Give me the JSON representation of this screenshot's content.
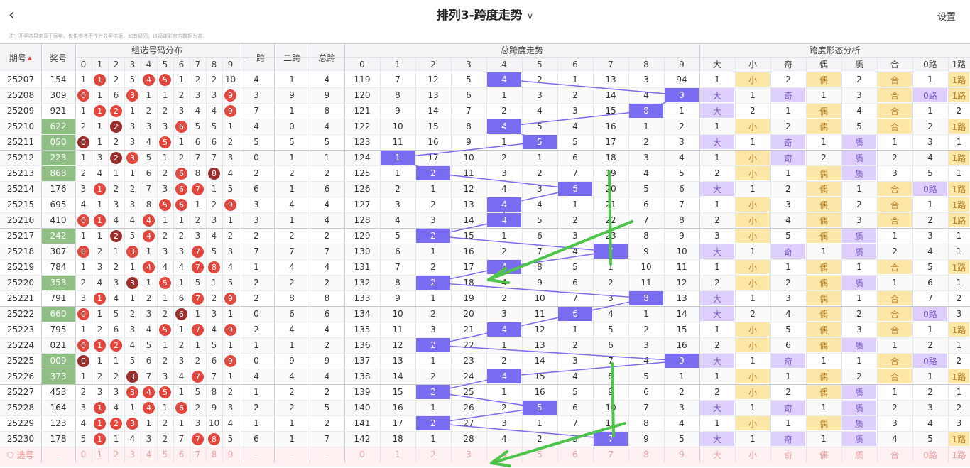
{
  "header": {
    "title": "排列3-跨度走势",
    "settings": "设置"
  },
  "note": "注：开奖结果来源于网络，仅供参考不作为兑奖依据，如有疑问，以福体彩官方数据为准。",
  "columns": {
    "period": "期号",
    "award": "奖号",
    "group_title": "组选号码分布",
    "digits": [
      "0",
      "1",
      "2",
      "3",
      "4",
      "5",
      "6",
      "7",
      "8",
      "9"
    ],
    "span1": "一跨",
    "span2": "二跨",
    "span_total": "总跨",
    "trend_title": "总跨度走势",
    "trend_digits": [
      "0",
      "1",
      "2",
      "3",
      "4",
      "5",
      "6",
      "7",
      "8",
      "9"
    ],
    "form_title": "跨度形态分析",
    "forms": [
      "大",
      "小",
      "奇",
      "偶",
      "质",
      "合",
      "0路",
      "1路"
    ]
  },
  "rows": [
    {
      "p": "25207",
      "a": "154",
      "g": "n",
      "d": [
        "1",
        "1",
        "2",
        "5",
        "4",
        "5",
        "1",
        "2",
        "2",
        "10"
      ],
      "hit": {
        "1": "r",
        "4": "r",
        "5": "r"
      },
      "s1": "4",
      "s2": "1",
      "t": "4",
      "tr": [
        "119",
        "7",
        "12",
        "5",
        "4",
        "2",
        "1",
        "13",
        "3",
        "94"
      ],
      "f": [
        "1",
        "小",
        "2",
        "偶",
        "2",
        "合",
        "1",
        "1路"
      ]
    },
    {
      "p": "25208",
      "a": "309",
      "g": "n",
      "d": [
        "0",
        "1",
        "6",
        "3",
        "1",
        "1",
        "2",
        "3",
        "3",
        "9"
      ],
      "hit": {
        "0": "r",
        "3": "r",
        "9": "r"
      },
      "s1": "3",
      "s2": "9",
      "t": "9",
      "tr": [
        "120",
        "8",
        "13",
        "6",
        "1",
        "3",
        "2",
        "14",
        "4",
        "9"
      ],
      "f": [
        "大",
        "1",
        "奇",
        "1",
        "3",
        "合",
        "0路",
        "1路"
      ]
    },
    {
      "p": "25209",
      "a": "921",
      "g": "n",
      "d": [
        "1",
        "1",
        "2",
        "1",
        "2",
        "2",
        "3",
        "4",
        "4",
        "9"
      ],
      "hit": {
        "1": "r",
        "2": "r",
        "9": "r"
      },
      "s1": "7",
      "s2": "1",
      "t": "8",
      "tr": [
        "121",
        "9",
        "14",
        "7",
        "2",
        "4",
        "3",
        "15",
        "8",
        "1"
      ],
      "f": [
        "大",
        "2",
        "1",
        "偶",
        "4",
        "合",
        "1",
        "2"
      ]
    },
    {
      "p": "25210",
      "a": "622",
      "g": "y",
      "d": [
        "2",
        "1",
        "2",
        "3",
        "3",
        "3",
        "6",
        "5",
        "5",
        "1"
      ],
      "hit": {
        "2": "d",
        "6": "r"
      },
      "s1": "4",
      "s2": "0",
      "t": "4",
      "tr": [
        "122",
        "10",
        "15",
        "8",
        "4",
        "5",
        "4",
        "16",
        "1",
        "2"
      ],
      "f": [
        "1",
        "小",
        "2",
        "偶",
        "5",
        "合",
        "2",
        "1路"
      ]
    },
    {
      "p": "25211",
      "a": "050",
      "g": "y",
      "d": [
        "0",
        "1",
        "2",
        "3",
        "4",
        "5",
        "1",
        "6",
        "6",
        "2"
      ],
      "hit": {
        "0": "d",
        "5": "r"
      },
      "s1": "5",
      "s2": "5",
      "t": "5",
      "tr": [
        "123",
        "11",
        "16",
        "9",
        "1",
        "5",
        "5",
        "17",
        "2",
        "3"
      ],
      "f": [
        "大",
        "1",
        "奇",
        "1",
        "质",
        "1",
        "3",
        "1"
      ]
    },
    {
      "p": "25212",
      "a": "223",
      "g": "y",
      "d": [
        "1",
        "3",
        "2",
        "3",
        "5",
        "1",
        "2",
        "7",
        "7",
        "3"
      ],
      "hit": {
        "2": "d",
        "3": "r"
      },
      "s1": "0",
      "s2": "1",
      "t": "1",
      "tr": [
        "124",
        "1",
        "17",
        "10",
        "2",
        "1",
        "6",
        "18",
        "3",
        "4"
      ],
      "f": [
        "1",
        "小",
        "奇",
        "2",
        "质",
        "2",
        "4",
        "1路"
      ]
    },
    {
      "p": "25213",
      "a": "868",
      "g": "y",
      "d": [
        "2",
        "4",
        "1",
        "1",
        "6",
        "2",
        "6",
        "8",
        "8",
        "4"
      ],
      "hit": {
        "6": "r",
        "8": "d"
      },
      "s1": "2",
      "s2": "2",
      "t": "2",
      "tr": [
        "125",
        "1",
        "2",
        "11",
        "3",
        "2",
        "7",
        "19",
        "4",
        "5"
      ],
      "f": [
        "2",
        "小",
        "1",
        "偶",
        "质",
        "3",
        "5",
        "1"
      ]
    },
    {
      "p": "25214",
      "a": "176",
      "g": "n",
      "d": [
        "3",
        "1",
        "2",
        "2",
        "7",
        "3",
        "6",
        "7",
        "1",
        "5"
      ],
      "hit": {
        "1": "r",
        "6": "r",
        "7": "r"
      },
      "s1": "6",
      "s2": "1",
      "t": "6",
      "tr": [
        "126",
        "2",
        "1",
        "12",
        "4",
        "3",
        "6",
        "20",
        "5",
        "6"
      ],
      "f": [
        "大",
        "1",
        "2",
        "偶",
        "1",
        "合",
        "0路",
        "1路"
      ]
    },
    {
      "p": "25215",
      "a": "695",
      "g": "n",
      "d": [
        "4",
        "1",
        "3",
        "3",
        "8",
        "5",
        "6",
        "1",
        "2",
        "9"
      ],
      "hit": {
        "5": "r",
        "6": "r",
        "9": "r"
      },
      "s1": "3",
      "s2": "4",
      "t": "4",
      "tr": [
        "127",
        "3",
        "2",
        "13",
        "4",
        "4",
        "1",
        "21",
        "6",
        "7"
      ],
      "f": [
        "1",
        "小",
        "3",
        "偶",
        "2",
        "合",
        "1",
        "1路"
      ]
    },
    {
      "p": "25216",
      "a": "410",
      "g": "n",
      "d": [
        "0",
        "1",
        "4",
        "4",
        "4",
        "1",
        "1",
        "2",
        "3",
        "1"
      ],
      "hit": {
        "0": "r",
        "1": "r",
        "4": "r"
      },
      "s1": "3",
      "s2": "1",
      "t": "4",
      "tr": [
        "128",
        "4",
        "3",
        "14",
        "4",
        "5",
        "2",
        "22",
        "7",
        "8"
      ],
      "f": [
        "2",
        "小",
        "4",
        "偶",
        "3",
        "合",
        "2",
        "1路"
      ]
    },
    {
      "p": "25217",
      "a": "242",
      "g": "y",
      "d": [
        "1",
        "1",
        "2",
        "5",
        "4",
        "2",
        "2",
        "3",
        "4",
        "2"
      ],
      "hit": {
        "2": "d",
        "4": "r"
      },
      "s1": "2",
      "s2": "2",
      "t": "2",
      "tr": [
        "129",
        "5",
        "2",
        "15",
        "1",
        "6",
        "3",
        "23",
        "8",
        "9"
      ],
      "f": [
        "3",
        "小",
        "5",
        "偶",
        "质",
        "1",
        "3",
        "1"
      ]
    },
    {
      "p": "25218",
      "a": "307",
      "g": "n",
      "d": [
        "0",
        "2",
        "1",
        "3",
        "1",
        "3",
        "3",
        "7",
        "5",
        "3"
      ],
      "hit": {
        "0": "r",
        "3": "r",
        "7": "r"
      },
      "s1": "7",
      "s2": "7",
      "t": "7",
      "tr": [
        "130",
        "6",
        "1",
        "16",
        "2",
        "7",
        "4",
        "7",
        "9",
        "10"
      ],
      "f": [
        "大",
        "1",
        "奇",
        "1",
        "质",
        "2",
        "4",
        "1"
      ]
    },
    {
      "p": "25219",
      "a": "784",
      "g": "n",
      "d": [
        "1",
        "3",
        "2",
        "1",
        "4",
        "4",
        "4",
        "7",
        "8",
        "4"
      ],
      "hit": {
        "4": "r",
        "7": "r",
        "8": "r"
      },
      "s1": "1",
      "s2": "4",
      "t": "4",
      "tr": [
        "131",
        "7",
        "2",
        "17",
        "4",
        "8",
        "5",
        "1",
        "10",
        "11"
      ],
      "f": [
        "1",
        "小",
        "1",
        "偶",
        "1",
        "合",
        "5",
        "1路"
      ]
    },
    {
      "p": "25220",
      "a": "353",
      "g": "y",
      "d": [
        "2",
        "4",
        "3",
        "3",
        "1",
        "5",
        "1",
        "5",
        "1",
        "5"
      ],
      "hit": {
        "3": "d",
        "5": "r"
      },
      "s1": "2",
      "s2": "2",
      "t": "2",
      "tr": [
        "132",
        "8",
        "2",
        "18",
        "4",
        "9",
        "6",
        "2",
        "11",
        "12"
      ],
      "f": [
        "2",
        "小",
        "2",
        "偶",
        "质",
        "1",
        "6",
        "1"
      ]
    },
    {
      "p": "25221",
      "a": "791",
      "g": "n",
      "d": [
        "3",
        "1",
        "4",
        "1",
        "2",
        "1",
        "6",
        "7",
        "2",
        "9"
      ],
      "hit": {
        "1": "r",
        "7": "r",
        "9": "r"
      },
      "s1": "2",
      "s2": "8",
      "t": "8",
      "tr": [
        "133",
        "9",
        "1",
        "19",
        "2",
        "10",
        "7",
        "3",
        "8",
        "13"
      ],
      "f": [
        "大",
        "1",
        "3",
        "偶",
        "1",
        "合",
        "7",
        "2"
      ]
    },
    {
      "p": "25222",
      "a": "660",
      "g": "y",
      "d": [
        "0",
        "1",
        "5",
        "2",
        "3",
        "2",
        "6",
        "1",
        "3",
        "1"
      ],
      "hit": {
        "0": "r",
        "6": "d"
      },
      "s1": "0",
      "s2": "6",
      "t": "6",
      "tr": [
        "134",
        "10",
        "2",
        "20",
        "3",
        "11",
        "6",
        "4",
        "1",
        "14"
      ],
      "f": [
        "大",
        "2",
        "4",
        "偶",
        "2",
        "合",
        "0路",
        "3"
      ]
    },
    {
      "p": "25223",
      "a": "795",
      "g": "n",
      "d": [
        "1",
        "2",
        "6",
        "3",
        "4",
        "5",
        "1",
        "7",
        "4",
        "9"
      ],
      "hit": {
        "5": "r",
        "7": "r",
        "9": "r"
      },
      "s1": "2",
      "s2": "4",
      "t": "4",
      "tr": [
        "135",
        "11",
        "3",
        "21",
        "4",
        "12",
        "1",
        "5",
        "2",
        "15"
      ],
      "f": [
        "1",
        "小",
        "5",
        "偶",
        "3",
        "合",
        "1",
        "1路"
      ]
    },
    {
      "p": "25224",
      "a": "021",
      "g": "n",
      "d": [
        "0",
        "1",
        "2",
        "4",
        "5",
        "1",
        "2",
        "1",
        "5",
        "1"
      ],
      "hit": {
        "0": "r",
        "1": "r",
        "2": "r"
      },
      "s1": "1",
      "s2": "1",
      "t": "2",
      "tr": [
        "136",
        "12",
        "2",
        "22",
        "1",
        "13",
        "2",
        "6",
        "3",
        "16"
      ],
      "f": [
        "2",
        "小",
        "6",
        "偶",
        "质",
        "1",
        "2",
        "1"
      ]
    },
    {
      "p": "25225",
      "a": "009",
      "g": "y",
      "d": [
        "0",
        "1",
        "1",
        "5",
        "6",
        "2",
        "3",
        "2",
        "6",
        "9"
      ],
      "hit": {
        "0": "d",
        "9": "r"
      },
      "s1": "0",
      "s2": "9",
      "t": "9",
      "tr": [
        "137",
        "13",
        "1",
        "23",
        "2",
        "14",
        "3",
        "7",
        "4",
        "9"
      ],
      "f": [
        "大",
        "1",
        "奇",
        "1",
        "1",
        "合",
        "0路",
        "2"
      ]
    },
    {
      "p": "25226",
      "a": "373",
      "g": "y",
      "d": [
        "1",
        "2",
        "2",
        "3",
        "7",
        "3",
        "4",
        "7",
        "7",
        "1"
      ],
      "hit": {
        "3": "d",
        "7": "r"
      },
      "s1": "4",
      "s2": "4",
      "t": "4",
      "tr": [
        "138",
        "14",
        "2",
        "24",
        "4",
        "15",
        "4",
        "8",
        "5",
        "1"
      ],
      "f": [
        "1",
        "小",
        "1",
        "偶",
        "2",
        "合",
        "1",
        "1路"
      ]
    },
    {
      "p": "25227",
      "a": "453",
      "g": "n",
      "d": [
        "2",
        "3",
        "3",
        "3",
        "4",
        "5",
        "1",
        "5",
        "8",
        "2"
      ],
      "hit": {
        "3": "r",
        "4": "r",
        "5": "r"
      },
      "s1": "1",
      "s2": "2",
      "t": "2",
      "tr": [
        "139",
        "15",
        "2",
        "25",
        "1",
        "16",
        "5",
        "9",
        "6",
        "2"
      ],
      "f": [
        "2",
        "小",
        "2",
        "偶",
        "质",
        "1",
        "2",
        "1"
      ]
    },
    {
      "p": "25228",
      "a": "164",
      "g": "n",
      "d": [
        "3",
        "1",
        "4",
        "1",
        "4",
        "1",
        "6",
        "2",
        "9",
        "3"
      ],
      "hit": {
        "1": "r",
        "4": "r",
        "6": "r"
      },
      "s1": "2",
      "s2": "2",
      "t": "5",
      "tr": [
        "140",
        "16",
        "1",
        "26",
        "2",
        "5",
        "6",
        "10",
        "7",
        "3"
      ],
      "f": [
        "大",
        "1",
        "奇",
        "1",
        "质",
        "2",
        "3",
        "2"
      ]
    },
    {
      "p": "25229",
      "a": "123",
      "g": "n",
      "d": [
        "4",
        "1",
        "2",
        "3",
        "1",
        "2",
        "1",
        "3",
        "10",
        "4"
      ],
      "hit": {
        "1": "r",
        "2": "r",
        "3": "r"
      },
      "s1": "1",
      "s2": "1",
      "t": "2",
      "tr": [
        "141",
        "17",
        "2",
        "27",
        "3",
        "1",
        "7",
        "11",
        "8",
        "4"
      ],
      "f": [
        "1",
        "小",
        "1",
        "偶",
        "质",
        "3",
        "4",
        "3"
      ]
    },
    {
      "p": "25230",
      "a": "178",
      "g": "n",
      "d": [
        "5",
        "1",
        "1",
        "4",
        "3",
        "2",
        "7",
        "7",
        "8",
        "5"
      ],
      "hit": {
        "1": "r",
        "7": "r",
        "8": "r"
      },
      "s1": "6",
      "s2": "1",
      "t": "7",
      "tr": [
        "142",
        "18",
        "1",
        "28",
        "4",
        "2",
        "3",
        "7",
        "9",
        "5"
      ],
      "f": [
        "大",
        "1",
        "奇",
        "1",
        "质",
        "4",
        "5",
        "1路"
      ]
    }
  ],
  "footer": {
    "label": "选号",
    "dash": "–",
    "digits": [
      "0",
      "1",
      "2",
      "3",
      "4",
      "5",
      "6",
      "7",
      "8",
      "9"
    ],
    "trend": [
      "0",
      "1",
      "2",
      "3",
      "4",
      "5",
      "6",
      "7",
      "8",
      "9"
    ],
    "forms": [
      "大",
      "小",
      "奇",
      "偶",
      "质",
      "合",
      "0路",
      "1路"
    ]
  },
  "colors": {
    "accent": "#7a6cf0",
    "red_ball": "#e2463c",
    "dark_ball": "#9b2d2d",
    "green_cell": "#8fbf84",
    "purple_cell": "#ddd0ff",
    "yellow_cell": "#fce6a8",
    "arrow": "#4ec44b"
  }
}
